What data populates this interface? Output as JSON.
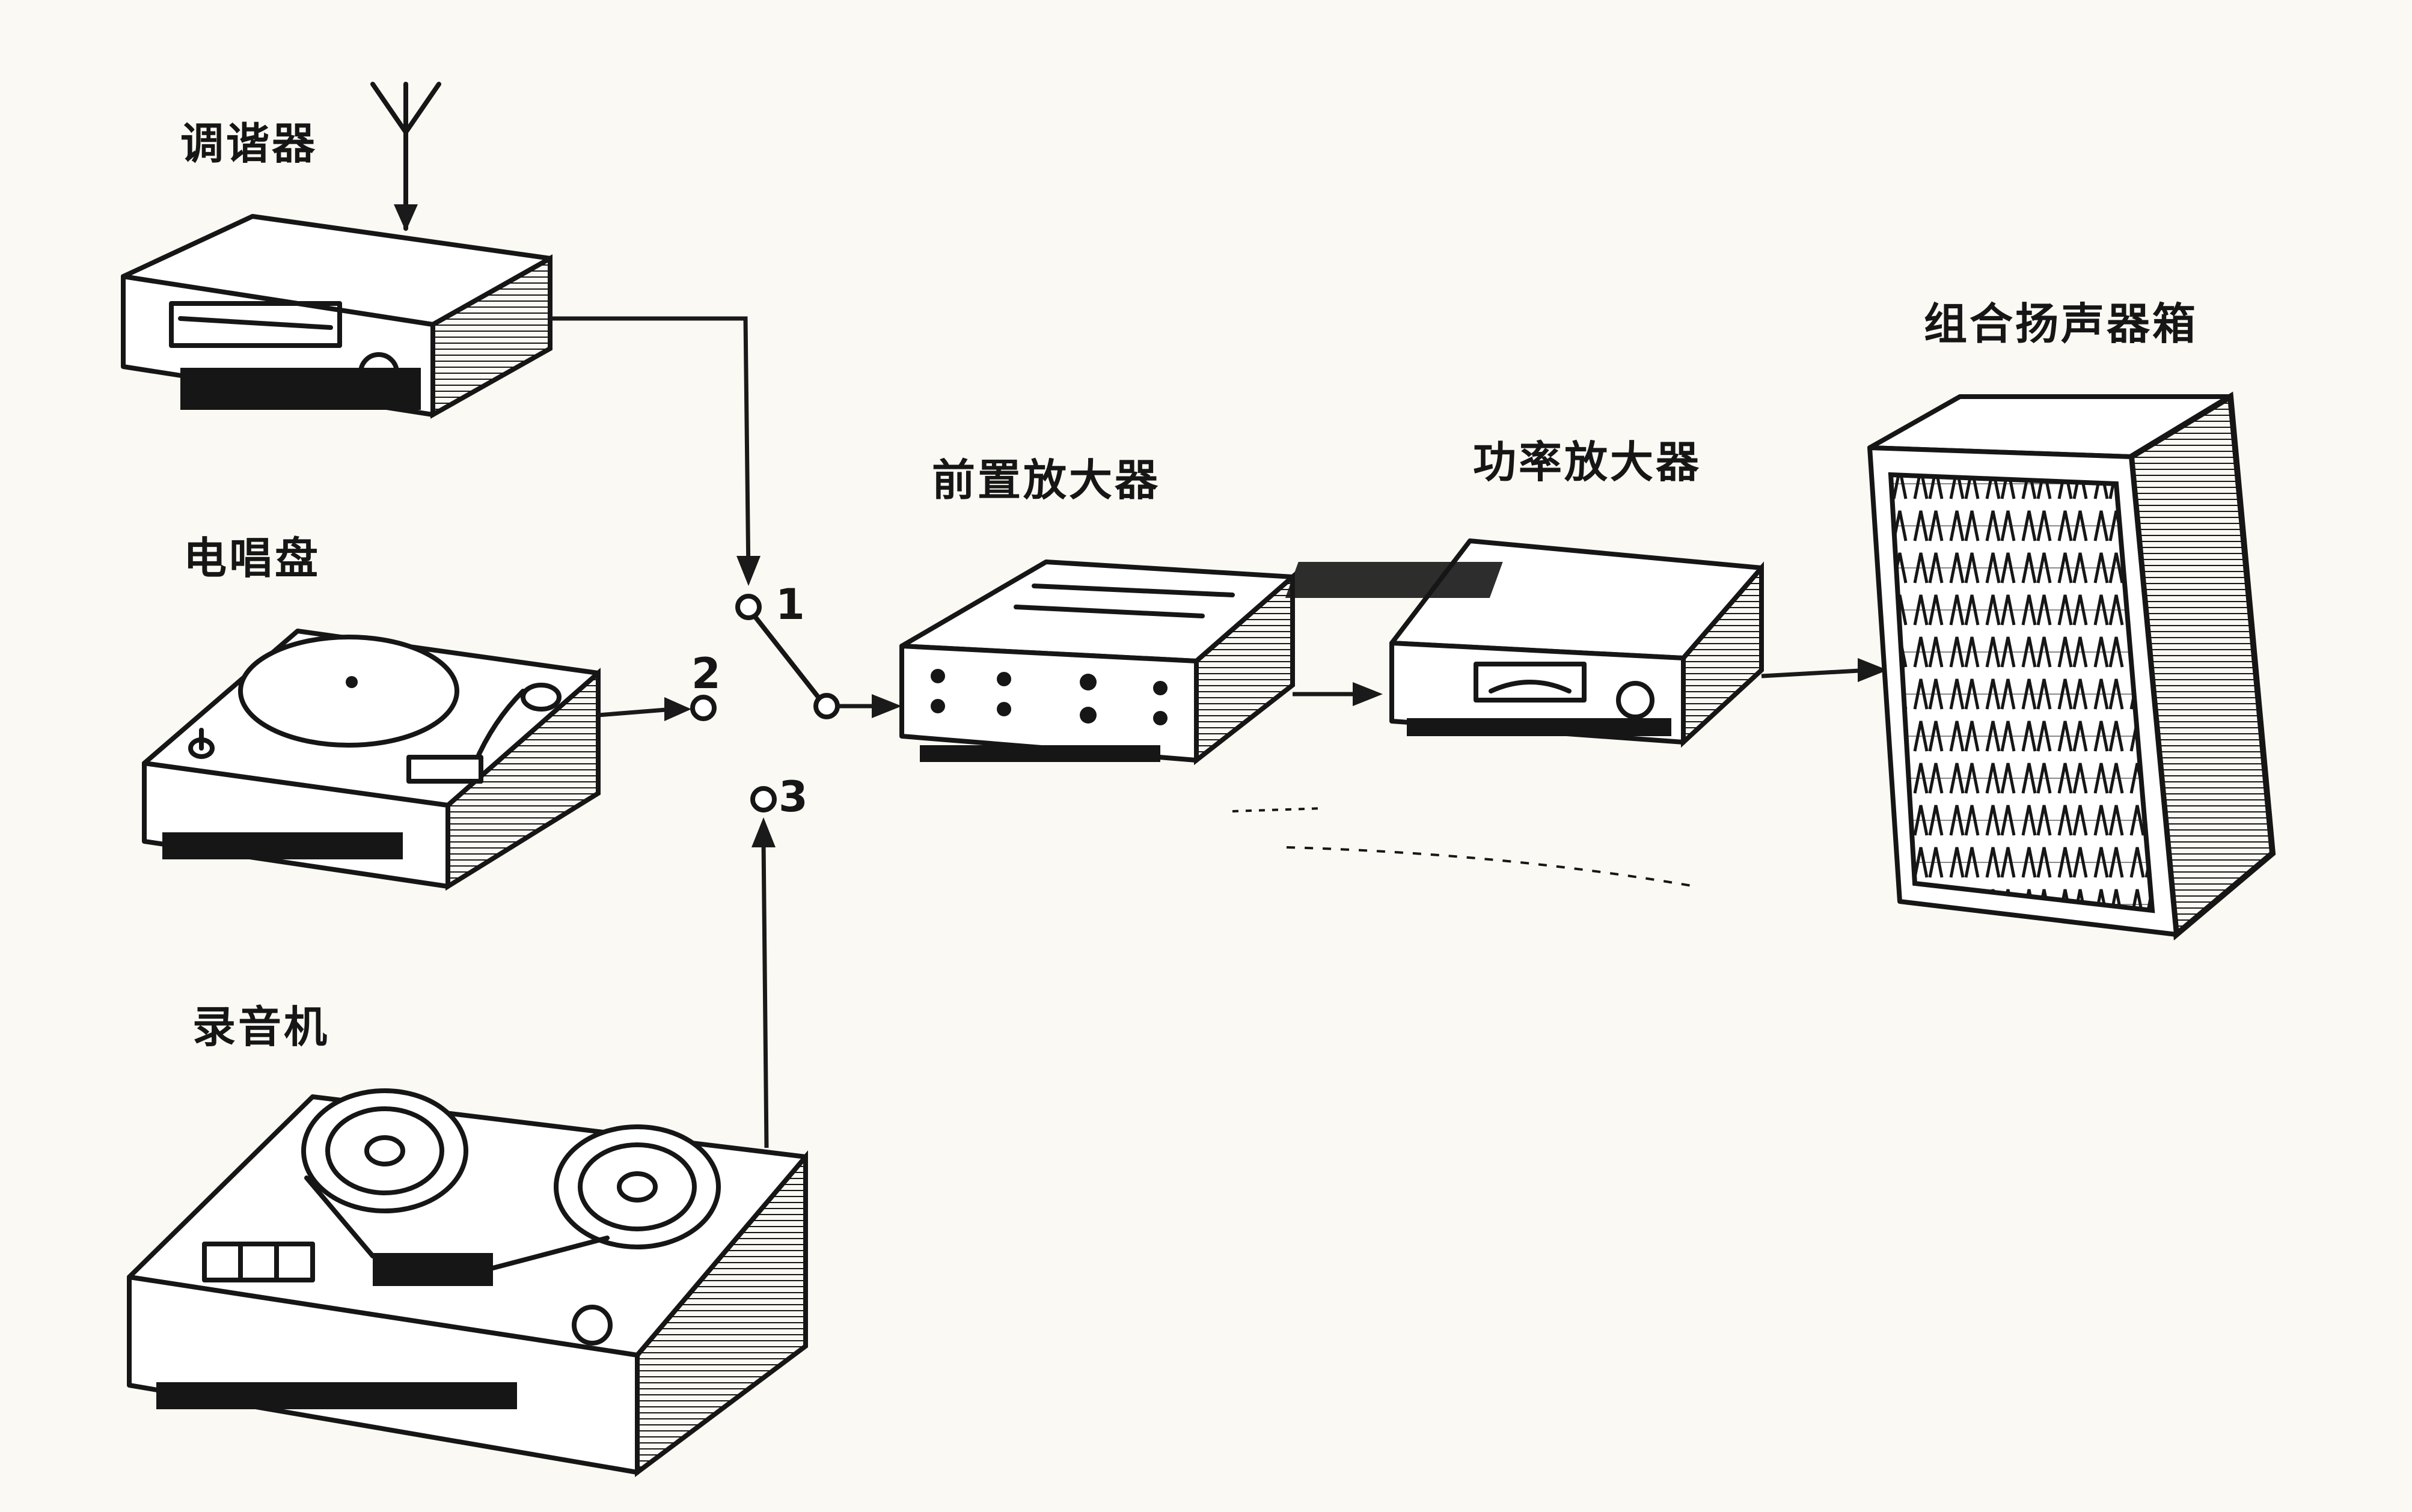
{
  "components": {
    "tuner": "调谐器",
    "turntable": "电唱盘",
    "tape_recorder": "录音机",
    "preamplifier": "前置放大器",
    "power_amplifier": "功率放大器",
    "speaker_cabinet": "组合扬声器箱"
  },
  "switch_positions": [
    "1",
    "2",
    "3"
  ],
  "colors": {
    "ink": "#161616",
    "paper": "#faf9f3"
  }
}
